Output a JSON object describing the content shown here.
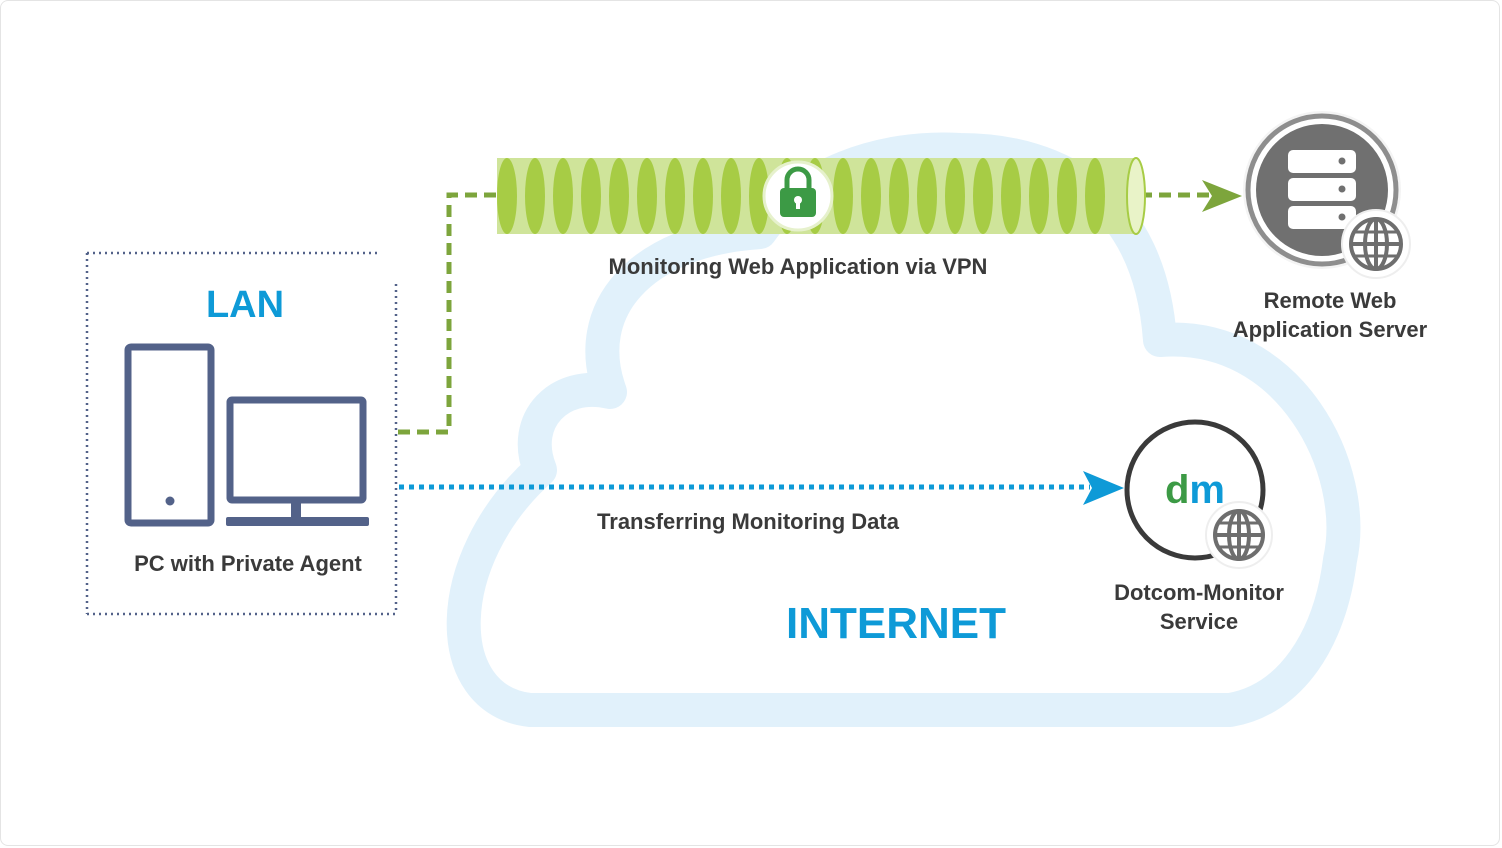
{
  "lan_label": "LAN",
  "pc_label": "PC with Private Agent",
  "vpn_label": "Monitoring Web Application via VPN",
  "server_label_line1": "Remote Web",
  "server_label_line2": "Application Server",
  "transfer_label": "Transferring Monitoring Data",
  "internet_label": "INTERNET",
  "service_label_line1": "Dotcom-Monitor",
  "service_label_line2": "Service",
  "service_logo_text": "dm",
  "icons": {
    "pc": "desktop-computer-icon",
    "lock": "padlock-icon",
    "server": "database-server-icon",
    "globe": "globe-icon",
    "tunnel": "vpn-tunnel"
  },
  "colors": {
    "accent_blue": "#0e9ad7",
    "cloud_fill": "#e1f1fb",
    "vpn_green": "#7da53c",
    "tunnel_light": "#cfe49a",
    "tunnel_dark": "#a7cc45",
    "device_slate": "#536289",
    "text_dark": "#3a3a3a"
  }
}
